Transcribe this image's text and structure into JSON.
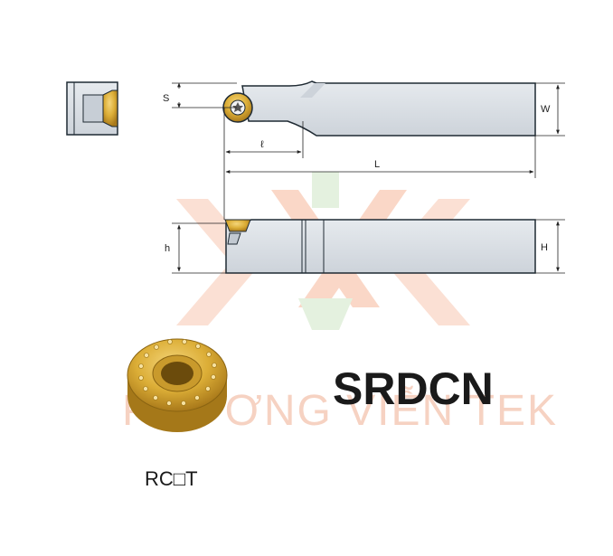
{
  "title": "SRDCN",
  "insert_code": "RC□T",
  "watermark_text": "PHƯƠNG VIỄN TEK",
  "dimensions": {
    "S": "S",
    "W": "W",
    "l": "ℓ",
    "L": "L",
    "h": "h",
    "H": "H"
  },
  "colors": {
    "body_fill": "#d9dee4",
    "outline": "#1f2a33",
    "insert_gold": "#e0b43a",
    "insert_dark": "#b88a1e",
    "watermark": "#f3c9b5"
  },
  "icons": {
    "torx_screw": "torx-screw-icon",
    "insert": "round-insert-icon"
  }
}
